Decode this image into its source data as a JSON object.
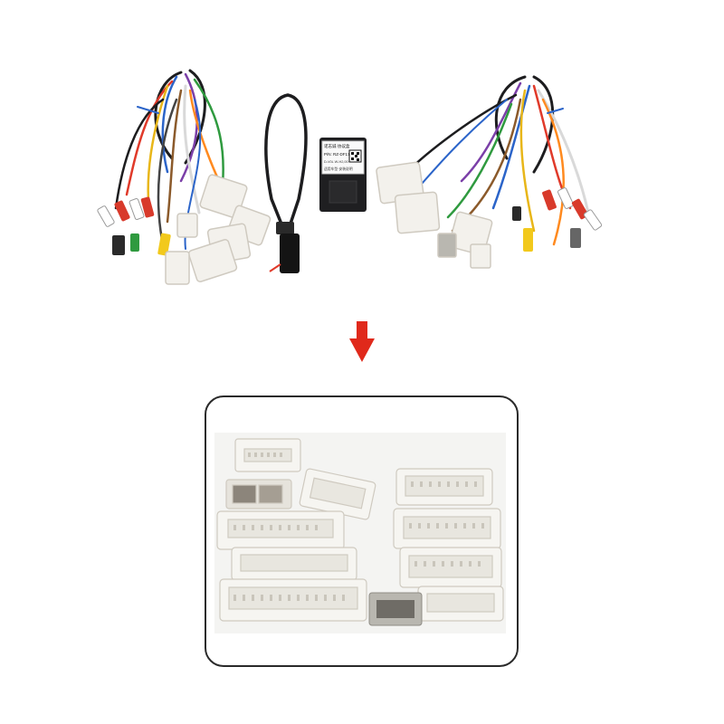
{
  "module": {
    "brand_label": "诺志诚·协议盒",
    "part_number": "P/N: RZ-DF17",
    "spec_line": "D-V0L W-H2,00",
    "note_line": "适用车型·安装说明"
  },
  "arrow": {
    "icon": "down-arrow-icon",
    "color": "#e0291b"
  },
  "colors": {
    "connector_white": "#f3f1ec",
    "connector_grey": "#b9b7b0",
    "wire_black": "#1d1d1f",
    "frame_border": "#2a2a2a",
    "detail_bg": "#f4f4f2"
  }
}
